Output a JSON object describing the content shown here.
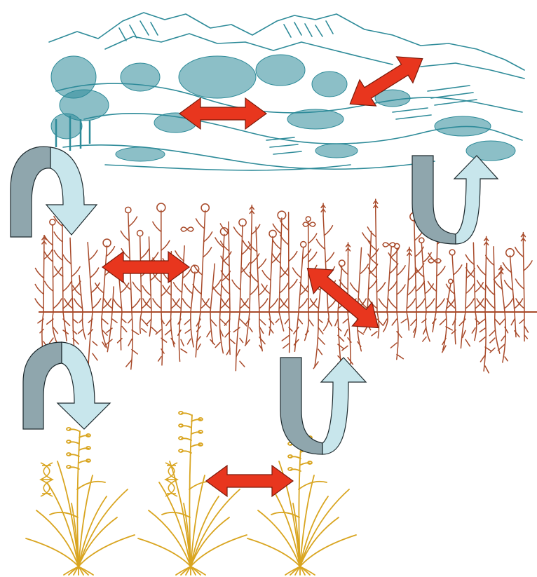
{
  "diagram": {
    "title": "",
    "tiers": [
      {
        "id": "landscape",
        "depicts": "mountain-landscape-with-trees-and-fields",
        "color": "#2e8b99"
      },
      {
        "id": "plant-community",
        "depicts": "meadow-plants-with-roots",
        "color": "#a84a2a"
      },
      {
        "id": "individual-plants",
        "depicts": "grass-plants-with-dna-helix",
        "color": "#d9a520"
      }
    ],
    "arrows": {
      "interaction_arrow_color": "#e8361e",
      "interaction_arrow_stroke": "#7a1a0a",
      "cycle_arrow_dark": "#8fa6ad",
      "cycle_arrow_light": "#c8e6ec",
      "cycle_arrow_stroke": "#1d2a2e"
    },
    "icons": [
      "double-headed-arrow-icon",
      "curved-cycle-arrow-icon",
      "dna-helix-icon"
    ]
  }
}
